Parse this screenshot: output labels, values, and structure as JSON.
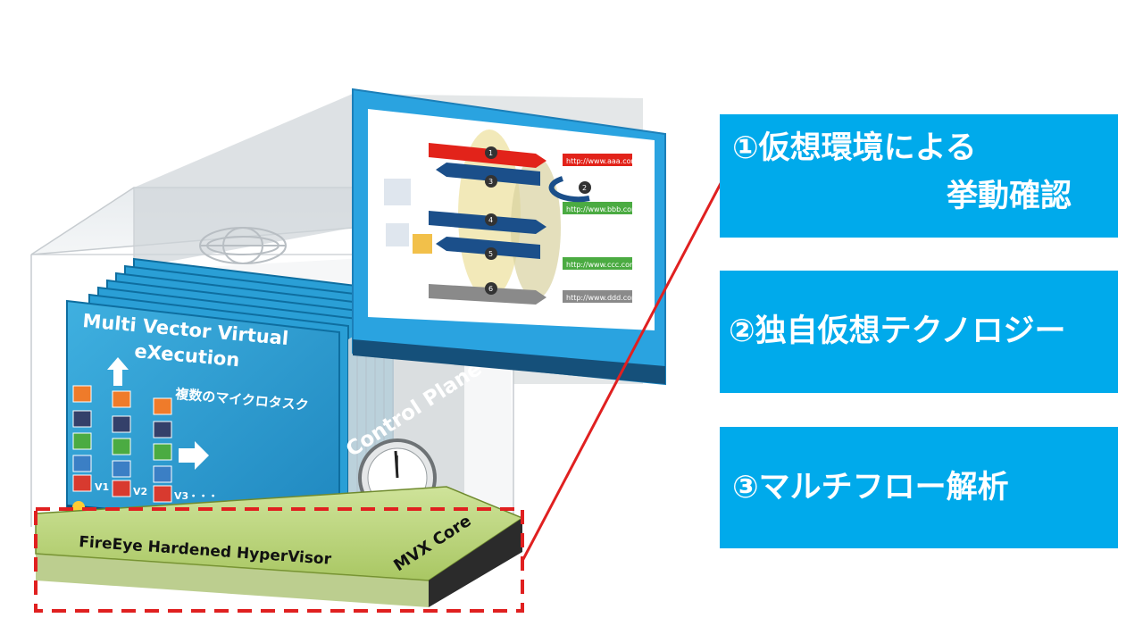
{
  "diagram": {
    "mve_title_line1": "Multi Vector Virtual",
    "mve_title_line2": "eXecution",
    "microtask_label": "複数のマイクロタスク",
    "version_labels": [
      "V1",
      "V2",
      "V3・・・"
    ],
    "control_plane_label": "Control Plane",
    "hypervisor_label": "FireEye Hardened HyperVisor",
    "mvx_core_label": "MVX Core",
    "inset_urls": [
      "http://www.aaa.com",
      "http://www.bbb.com",
      "http://www.ccc.com",
      "http://www.ddd.com"
    ],
    "inset_step_numbers": [
      "1",
      "2",
      "3",
      "4",
      "5",
      "6"
    ],
    "colors": {
      "accent_blue": "#00aaeb",
      "screen_blue": "#2a9fd6",
      "base_green": "#b8d27a",
      "highlight_red": "#e02020"
    }
  },
  "callouts": {
    "c1_line1": "①仮想環境による",
    "c1_line2": "挙動確認",
    "c2": "②独自仮想テクノロジー",
    "c3": "③マルチフロー解析"
  }
}
